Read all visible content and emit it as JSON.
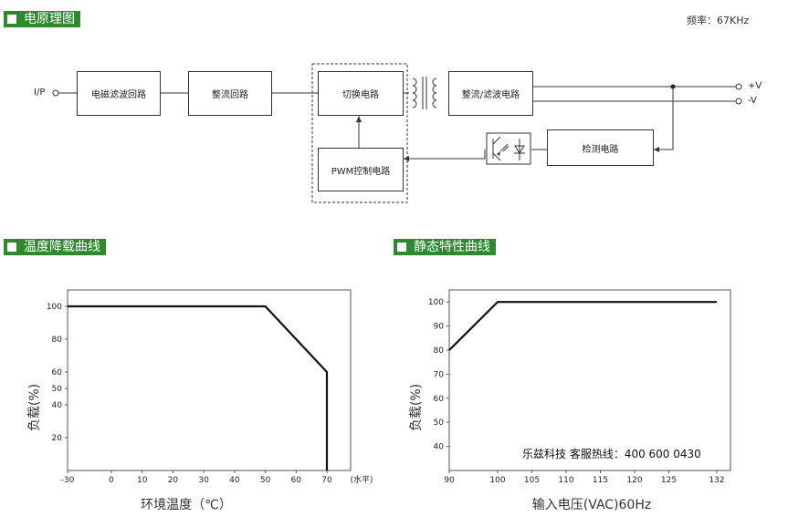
{
  "sections": {
    "principle": "电原理图",
    "derating": "温度降载曲线",
    "static": "静态特性曲线"
  },
  "frequency": "频率：67KHz",
  "block_diagram": {
    "input": "I/P",
    "emi_filter": "电磁滤波回路",
    "rectifier": "整流回路",
    "switching": "切换电路",
    "pwm": "PWM控制电路",
    "rect_filter": "整流/滤波电路",
    "detection": "检测电路",
    "out_pos": "+V",
    "out_neg": "-V"
  },
  "chart_data": [
    {
      "type": "line",
      "ylabel": "负载(%)",
      "xlabel": "环境温度（℃）",
      "x_unit_label": "(水平)",
      "x_ticks": [
        -30,
        0,
        10,
        20,
        30,
        40,
        50,
        60,
        70
      ],
      "y_ticks": [
        20,
        40,
        50,
        60,
        80,
        100
      ],
      "xlim": [
        -30,
        80
      ],
      "ylim": [
        0,
        110
      ],
      "series": [
        {
          "x": [
            -30,
            50,
            70,
            70
          ],
          "y": [
            100,
            100,
            60,
            0
          ]
        }
      ]
    },
    {
      "type": "line",
      "ylabel": "负载(%)",
      "xlabel": "输入电压(VAC)60Hz",
      "x_ticks": [
        90,
        100,
        105,
        110,
        115,
        120,
        125,
        132
      ],
      "y_ticks": [
        40,
        50,
        60,
        70,
        80,
        90,
        100
      ],
      "xlim": [
        90,
        132
      ],
      "ylim": [
        30,
        105
      ],
      "series": [
        {
          "x": [
            90,
            100,
            132
          ],
          "y": [
            80,
            100,
            100
          ]
        }
      ]
    }
  ],
  "hotline": "乐兹科技 客服热线：400 600 0430"
}
